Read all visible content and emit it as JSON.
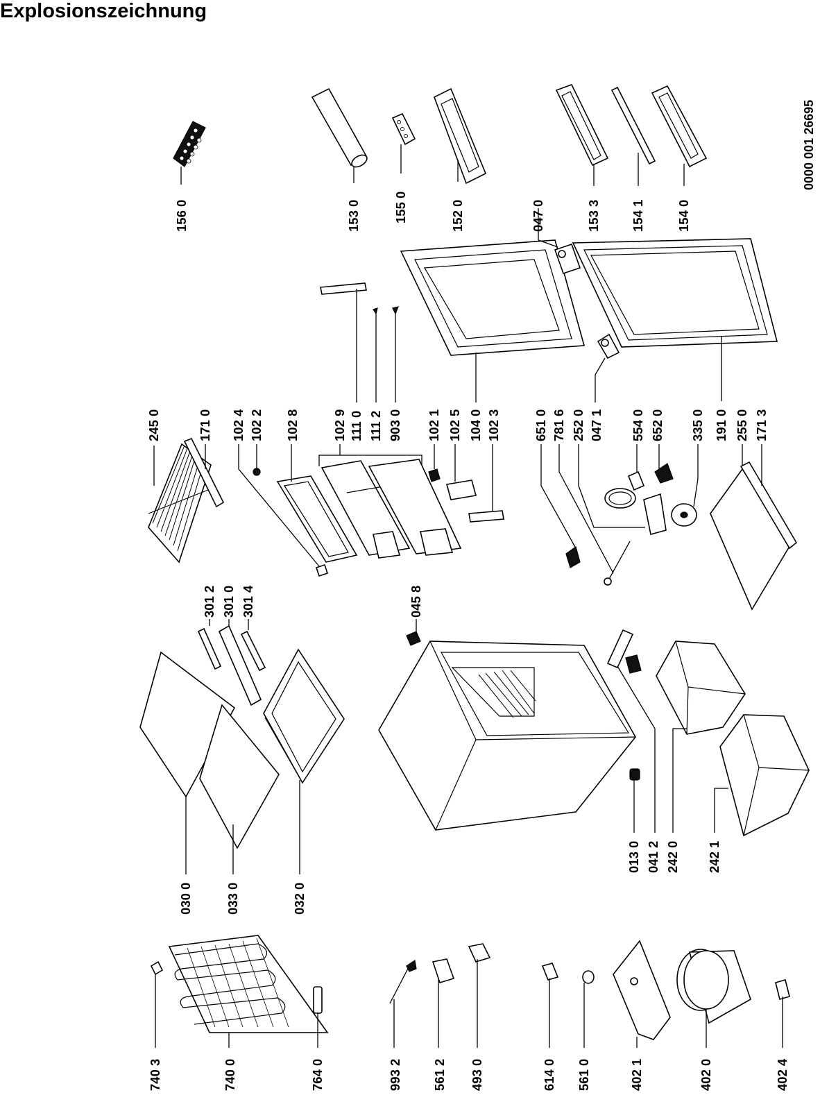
{
  "title": "Explosionszeichnung",
  "document_number": "0000 001 26695",
  "part_labels": [
    "156 0",
    "153 0",
    "155 0",
    "152 0",
    "047 0",
    "153 3",
    "154 1",
    "154 0",
    "245 0",
    "171 0",
    "102 4",
    "102 2",
    "102 8",
    "102 9",
    "111 0",
    "111 2",
    "903 0",
    "102 1",
    "102 5",
    "104 0",
    "102 3",
    "651 0",
    "781 6",
    "252 0",
    "047 1",
    "554 0",
    "652 0",
    "335 0",
    "191 0",
    "255 0",
    "171 3",
    "301 2",
    "301 0",
    "301 4",
    "045 8",
    "030 0",
    "033 0",
    "032 0",
    "013 0",
    "041 2",
    "242 0",
    "242 1",
    "740 3",
    "740 0",
    "764 0",
    "993 2",
    "561 2",
    "493 0",
    "614 0",
    "561 0",
    "402 1",
    "402 0",
    "402 4"
  ]
}
